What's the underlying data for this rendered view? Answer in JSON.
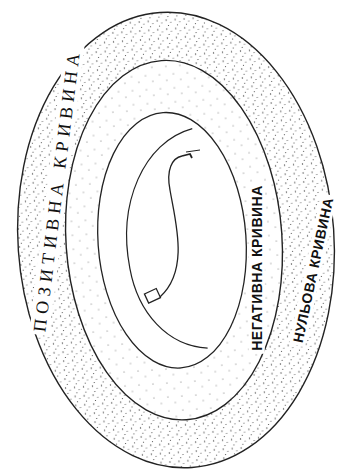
{
  "diagram": {
    "labels": [
      "ПОЗИТИВНА КРИВИНА",
      "НЕГАТИВНА КРИВИНА",
      "НУЛЬОВА КРИВИНА"
    ]
  }
}
